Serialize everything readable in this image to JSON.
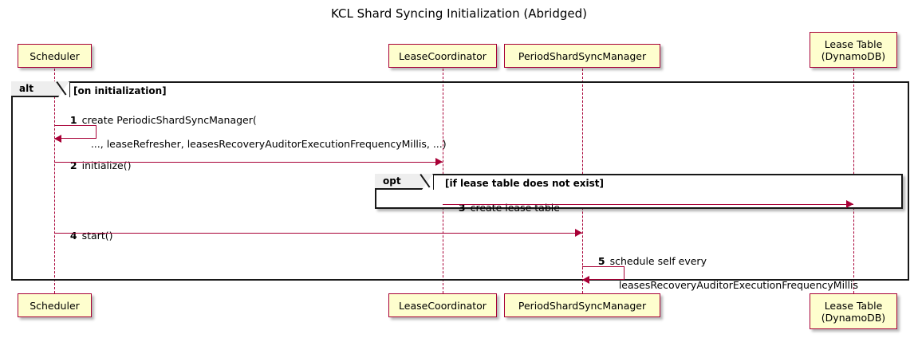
{
  "title": "KCL Shard Syncing Initialization (Abridged)",
  "colors": {
    "participant_fill": "#FEFECE",
    "participant_border": "#A80036",
    "lifeline": "#A80036",
    "arrow": "#A80036",
    "frame_border": "#181818",
    "frame_tab_fill": "#EEEEEE",
    "text": "#000000",
    "background": "#FFFFFF"
  },
  "participants": [
    {
      "id": "scheduler",
      "label": "Scheduler"
    },
    {
      "id": "lease_coordinator",
      "label": "LeaseCoordinator"
    },
    {
      "id": "period_shard_sync_manager",
      "label": "PeriodShardSyncManager"
    },
    {
      "id": "lease_table",
      "label": "Lease Table\n(DynamoDB)"
    }
  ],
  "fragments": [
    {
      "id": "alt",
      "operator": "alt",
      "guard": "[on initialization]"
    },
    {
      "id": "opt",
      "operator": "opt",
      "guard": "[if lease table does not exist]"
    }
  ],
  "messages": [
    {
      "seq": "1",
      "text": "create PeriodicShardSyncManager(",
      "text_line2": "   ..., leaseRefresher, leasesRecoveryAuditorExecutionFrequencyMillis, ...)",
      "from": "scheduler",
      "to": "scheduler",
      "kind": "self"
    },
    {
      "seq": "2",
      "text": "initialize()",
      "from": "scheduler",
      "to": "lease_coordinator",
      "kind": "call"
    },
    {
      "seq": "3",
      "text": "create lease table",
      "from": "lease_coordinator",
      "to": "lease_table",
      "kind": "call"
    },
    {
      "seq": "4",
      "text": "start()",
      "from": "scheduler",
      "to": "period_shard_sync_manager",
      "kind": "call"
    },
    {
      "seq": "5",
      "text": "schedule self every",
      "text_line2": "   leasesRecoveryAuditorExecutionFrequencyMillis",
      "from": "period_shard_sync_manager",
      "to": "period_shard_sync_manager",
      "kind": "self"
    }
  ]
}
